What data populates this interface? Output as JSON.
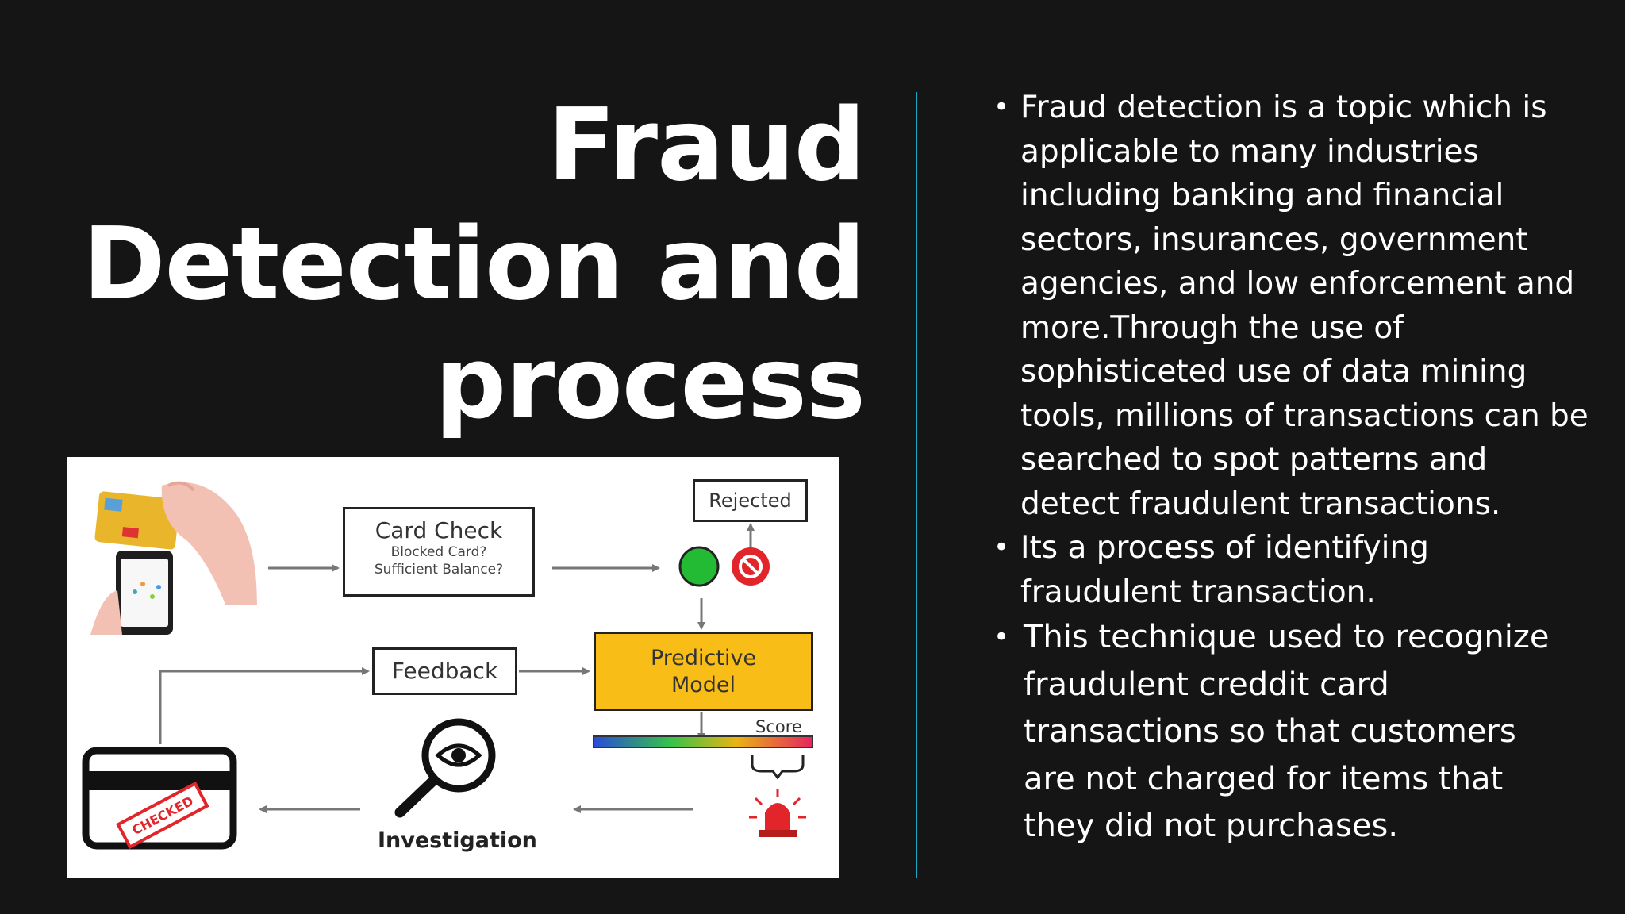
{
  "title": {
    "line1": "Fraud",
    "line2": "Detection and",
    "line3": "process"
  },
  "bullets": [
    {
      "lines": [
        "Fraud detection is a topic which is",
        "applicable to many industries",
        "including banking and financial",
        "sectors, insurances, government",
        "agencies, and low enforcement and",
        "more.Through the use  of",
        "sophisticeted use of data  mining",
        "tools, millions of transactions can be",
        "searched to spot patterns and",
        "detect fraudulent transactions."
      ]
    },
    {
      "lines": [
        "Its a process  of identifying",
        "fraudulent transaction."
      ]
    },
    {
      "lines": [
        "This technique used to recognize",
        "fraudulent creddit card",
        "transactions so that customers",
        "are  not  charged for items that",
        "they did not purchases."
      ]
    }
  ],
  "diagram": {
    "card_check": {
      "title": "Card Check",
      "q1": "Blocked Card?",
      "q2": "Sufficient Balance?"
    },
    "rejected": "Rejected",
    "feedback": "Feedback",
    "predictive_model": {
      "line1": "Predictive",
      "line2": "Model"
    },
    "score": "Score",
    "investigation": "Investigation",
    "stamp": "CHECKED",
    "colors": {
      "accept": "#22bb33",
      "reject": "#e2252b",
      "model_fill": "#f9bd17",
      "divider": "#1aa9c4"
    },
    "icons": [
      "credit-card-hand-icon",
      "phone-icon",
      "check-circle-icon",
      "no-entry-icon",
      "eye-magnifier-icon",
      "alarm-light-icon",
      "card-stamp-icon"
    ]
  }
}
